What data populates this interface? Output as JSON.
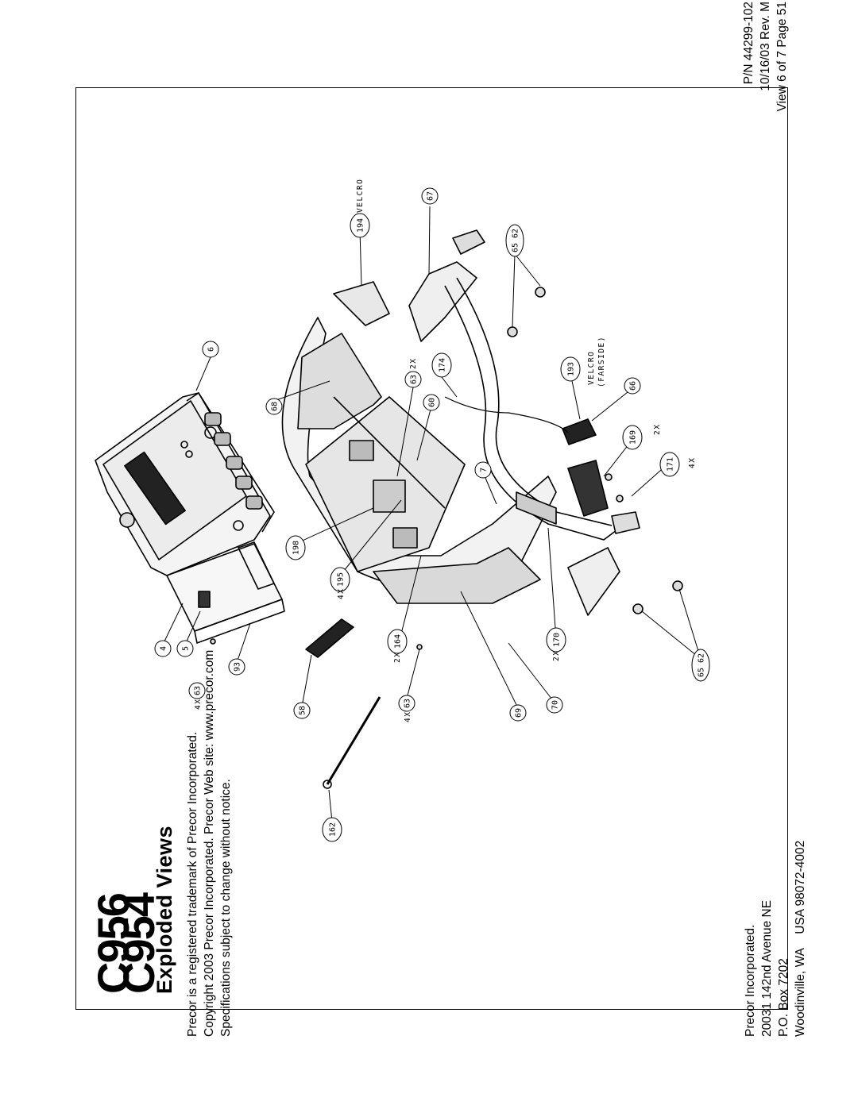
{
  "title": {
    "model_1": "C956",
    "model_2": "C954",
    "subtitle": "Exploded Views"
  },
  "notice": [
    "Precor is a registered trademark of Precor Incorporated.",
    "Copyright 2003 Precor Incorporated. Precor Web site: www.precor.com",
    "Specifications subject to change without notice."
  ],
  "address": {
    "company": "Precor Incorporated.",
    "street": "20031 142nd Avenue NE",
    "po_box": "P.O. Box 7202",
    "city": "Woodinville, WA",
    "country_zip": "USA 98072-4002"
  },
  "document_info": {
    "part_number": "P/N 44299-102",
    "date_rev": "10/16/03 Rev. M",
    "view_page": "View 6 of 7 Page 51"
  },
  "callouts": {
    "c6": "6",
    "c194": "194",
    "c67": "67",
    "c68": "68",
    "c63a": "63",
    "c174": "174",
    "c60": "60",
    "c62a": "62",
    "c65a": "65",
    "c193": "193",
    "c66": "66",
    "c7": "7",
    "c169": "169",
    "c171": "171",
    "c198": "198",
    "c195": "195",
    "c4": "4",
    "c5": "5",
    "c93": "93",
    "c63b": "63",
    "c58": "58",
    "c164": "164",
    "c63c": "63",
    "c69": "69",
    "c70": "70",
    "c170": "170",
    "c62b": "62",
    "c65b": "65",
    "c162": "162"
  },
  "notes": {
    "velcro_top": "VELCRO",
    "velcro_far": "VELCRO",
    "farside": "(FARSIDE)",
    "qty_2x_a": "2X",
    "qty_2x_b": "2X",
    "qty_4x_a": "4X",
    "qty_4x_b": "4X",
    "qty_2x_c": "2X",
    "qty_4x_c": "4X",
    "qty_2x_d": "2X",
    "qty_4x_d": "4X"
  }
}
